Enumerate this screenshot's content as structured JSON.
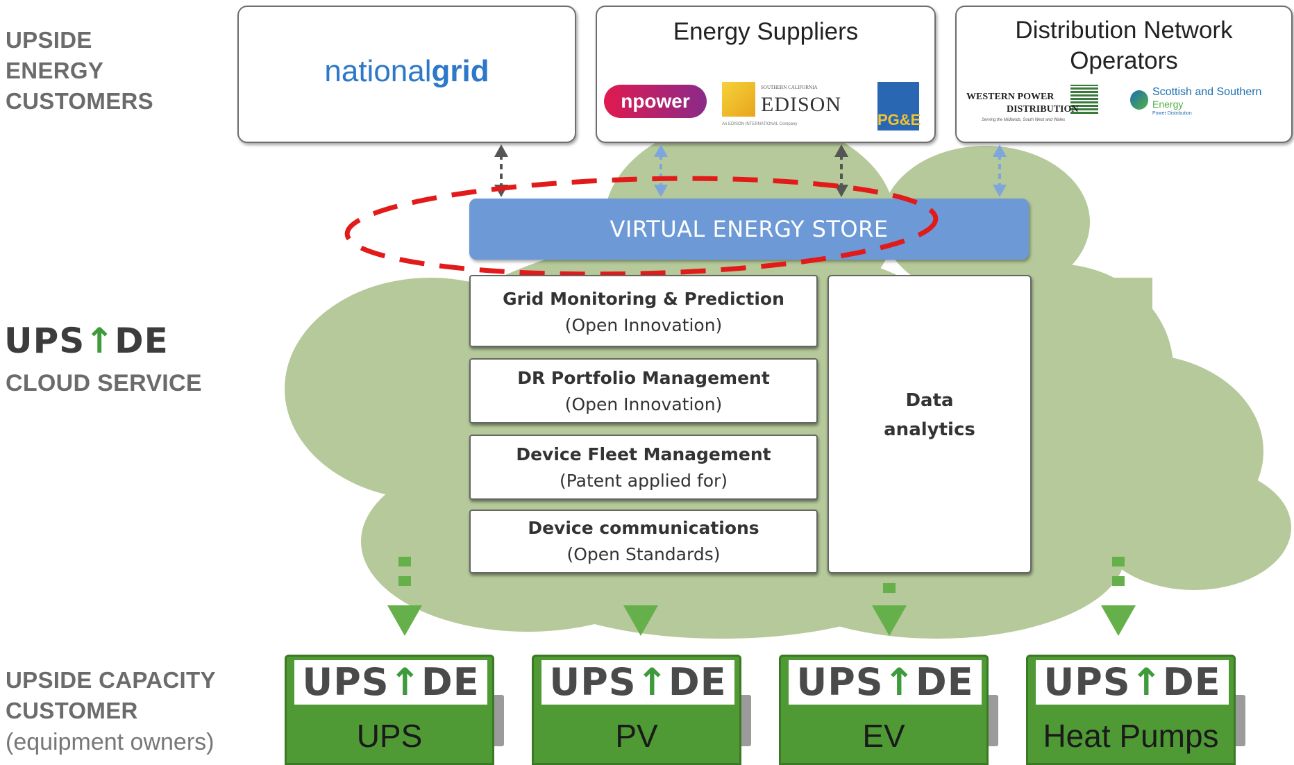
{
  "left_labels": {
    "customers": [
      "UPSIDE",
      "ENERGY",
      "CUSTOMERS"
    ],
    "cloud_brand": {
      "before": "UPS",
      "arrow": "↑",
      "after": "DE"
    },
    "cloud_service": "CLOUD SERVICE",
    "capacity": [
      "UPSIDE CAPACITY",
      "CUSTOMER"
    ],
    "capacity_note": "(equipment owners)"
  },
  "customers": {
    "national_grid": {
      "part1": "national",
      "part2": "grid"
    },
    "energy_suppliers": {
      "title": "Energy Suppliers",
      "logos": {
        "npower": "npower",
        "edison_small": "SOUTHERN CALIFORNIA",
        "edison": "EDISON",
        "edison_sub": "An EDISON INTERNATIONAL Company",
        "pge": "PG&E"
      }
    },
    "dno": {
      "title": [
        "Distribution Network",
        "Operators"
      ],
      "logos": {
        "wpd1": "WESTERN POWER",
        "wpd2": "DISTRIBUTION",
        "wpd_tag": "Serving the Midlands, South West and Wales",
        "sse1": "Scottish and Southern",
        "sse2": "Energy",
        "sse3": "Power Distribution"
      }
    }
  },
  "virtual_energy_store": "VIRTUAL ENERGY STORE",
  "services": [
    {
      "title": "Grid Monitoring & Prediction",
      "sub": "(Open Innovation)"
    },
    {
      "title": "DR Portfolio Management",
      "sub": "(Open Innovation)"
    },
    {
      "title": "Device Fleet Management",
      "sub": "(Patent applied for)"
    },
    {
      "title": "Device communications",
      "sub": "(Open Standards)"
    }
  ],
  "data_analytics": [
    "Data",
    "analytics"
  ],
  "batteries": [
    {
      "label": "UPS"
    },
    {
      "label": "PV"
    },
    {
      "label": "EV"
    },
    {
      "label": "Heat Pumps"
    }
  ],
  "battery_logo": {
    "before": "UPS",
    "arrow": "↑",
    "after": "DE"
  },
  "colors": {
    "cloud": "#b5c99a",
    "ves": "#6d9ad6",
    "highlight": "#e21a1a",
    "battery": "#4f9a35",
    "arrow_green": "#65b04a",
    "arrow_blue": "#7ea6dc",
    "arrow_gray": "#555555"
  }
}
